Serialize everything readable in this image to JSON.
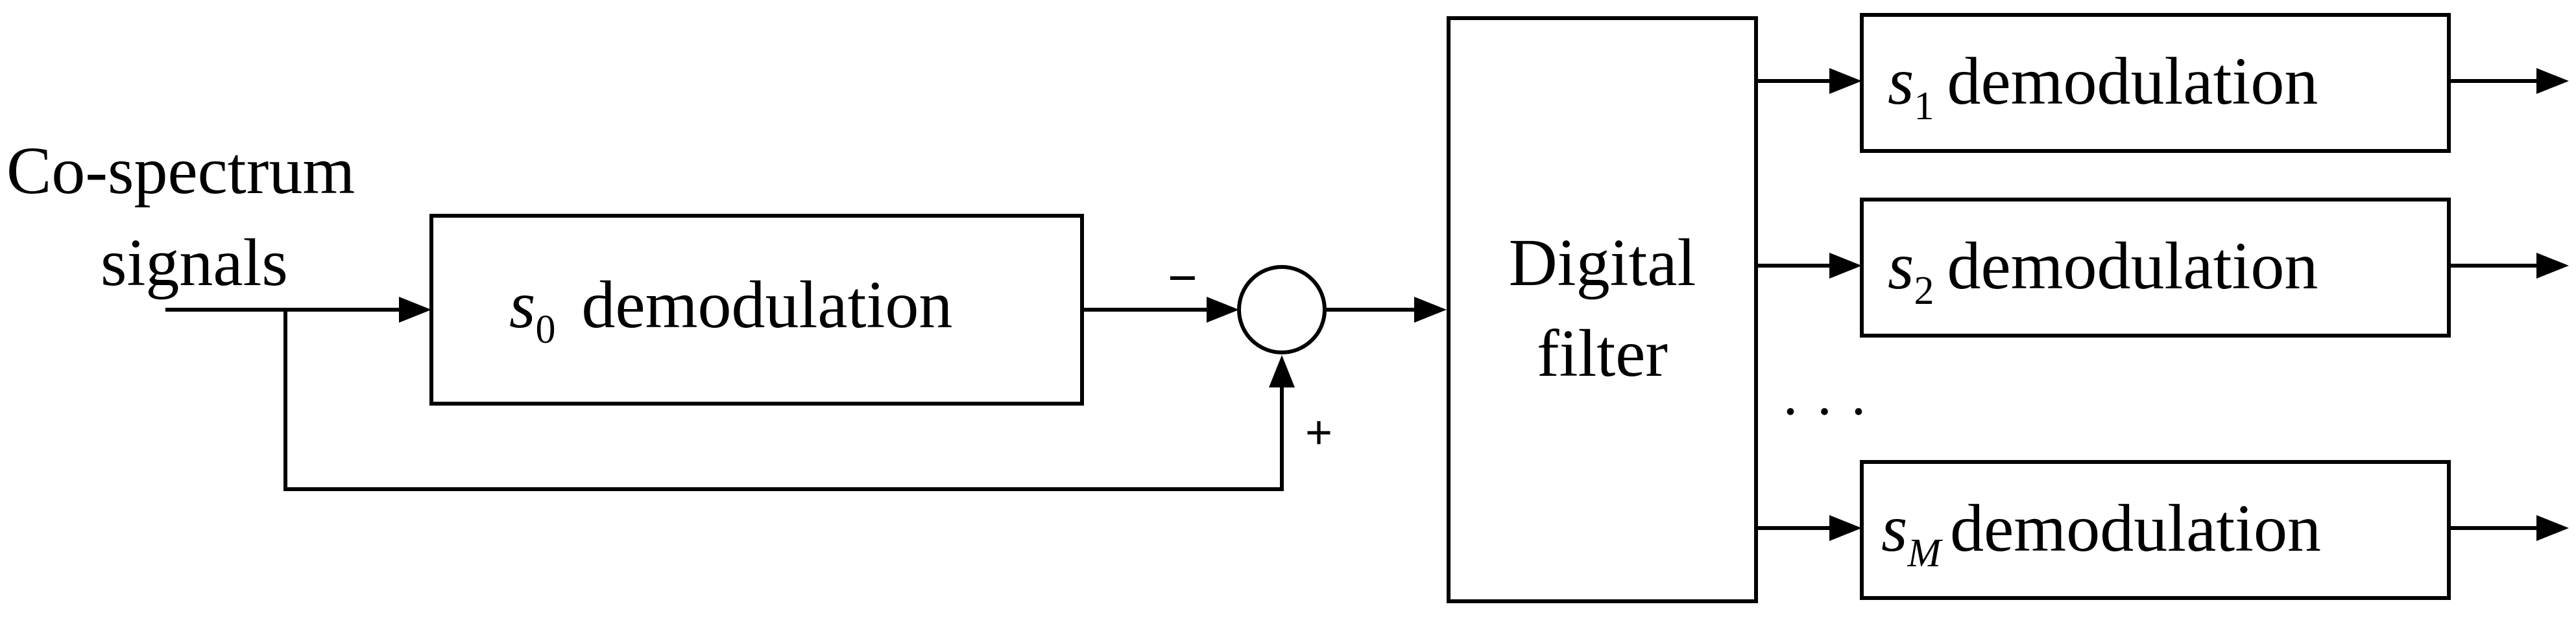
{
  "input": {
    "line1": "Co-spectrum",
    "line2": "signals"
  },
  "s0_block": {
    "symbol": "s",
    "subscript": "0",
    "label": "demodulation"
  },
  "summing_junction": {
    "minus_sign": "−",
    "plus_sign": "+"
  },
  "filter_block": {
    "line1": "Digital",
    "line2": "filter"
  },
  "ellipsis": "· · ·",
  "demod_blocks": [
    {
      "symbol": "s",
      "subscript": "1",
      "label": "demodulation"
    },
    {
      "symbol": "s",
      "subscript": "2",
      "label": "demodulation"
    },
    {
      "symbol": "s",
      "subscript": "M",
      "label": "demodulation"
    }
  ]
}
